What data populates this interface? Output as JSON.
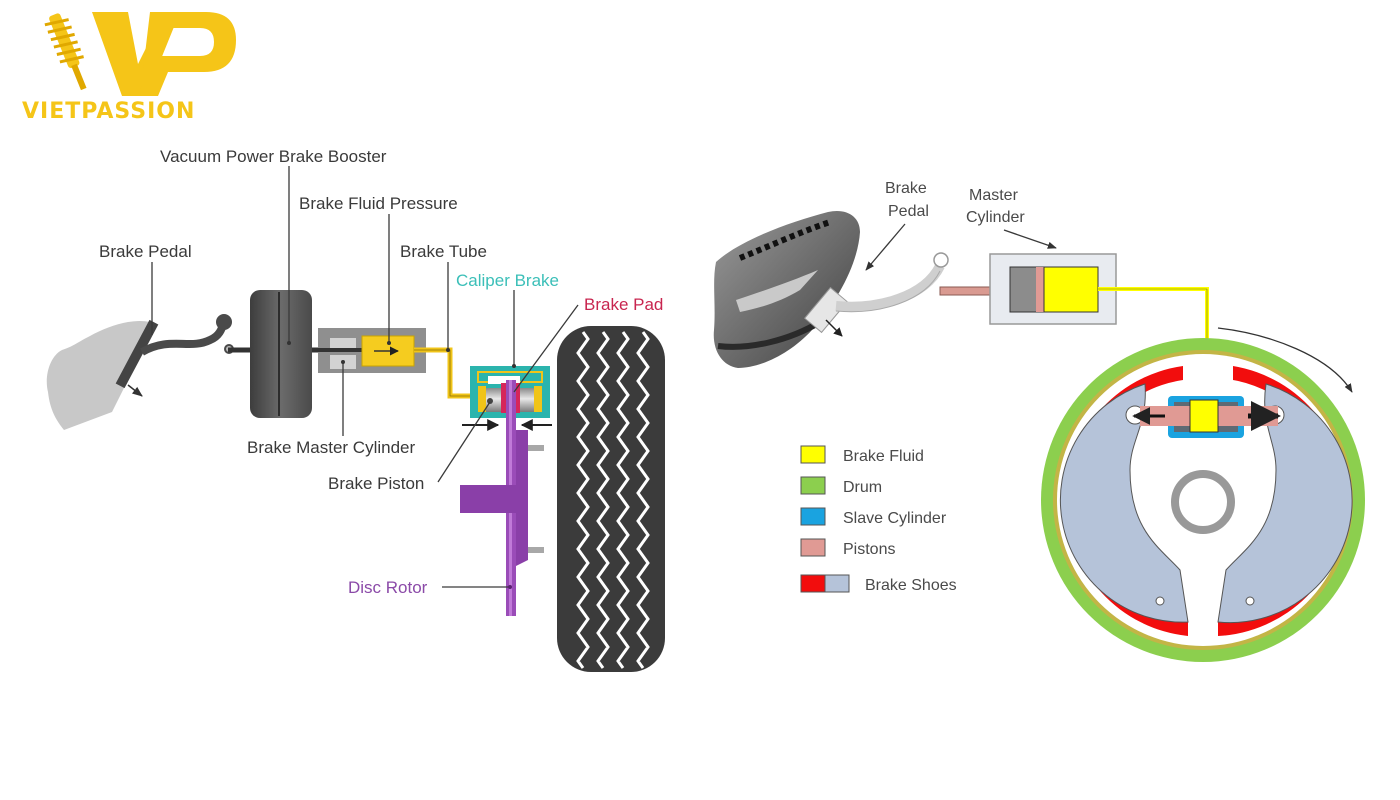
{
  "brand": {
    "name": "VIETPASSION",
    "monogram": "VP",
    "color": "#f5c518"
  },
  "disc_brake": {
    "labels": {
      "vacuum_booster": "Vacuum Power Brake Booster",
      "fluid_pressure": "Brake Fluid Pressure",
      "brake_pedal": "Brake Pedal",
      "brake_tube": "Brake Tube",
      "caliper_brake": "Caliper Brake",
      "brake_pad": "Brake Pad",
      "master_cylinder": "Brake Master Cylinder",
      "brake_piston": "Brake Piston",
      "disc_rotor": "Disc Rotor"
    },
    "label_colors": {
      "caliper_brake": "#3bbfb8",
      "brake_pad": "#c8254f",
      "disc_rotor": "#8b4aa8"
    }
  },
  "drum_brake": {
    "labels": {
      "brake_pedal_line1": "Brake",
      "brake_pedal_line2": "Pedal",
      "master_cylinder_line1": "Master",
      "master_cylinder_line2": "Cylinder"
    },
    "legend": [
      {
        "label": "Brake Fluid",
        "colors": [
          "#ffff00"
        ]
      },
      {
        "label": "Drum",
        "colors": [
          "#8ccf4e"
        ]
      },
      {
        "label": "Slave Cylinder",
        "colors": [
          "#1aa3e0"
        ]
      },
      {
        "label": "Pistons",
        "colors": [
          "#e09a94"
        ]
      },
      {
        "label": "Brake Shoes",
        "colors": [
          "#f20d0d",
          "#b5c3d9"
        ]
      }
    ]
  }
}
